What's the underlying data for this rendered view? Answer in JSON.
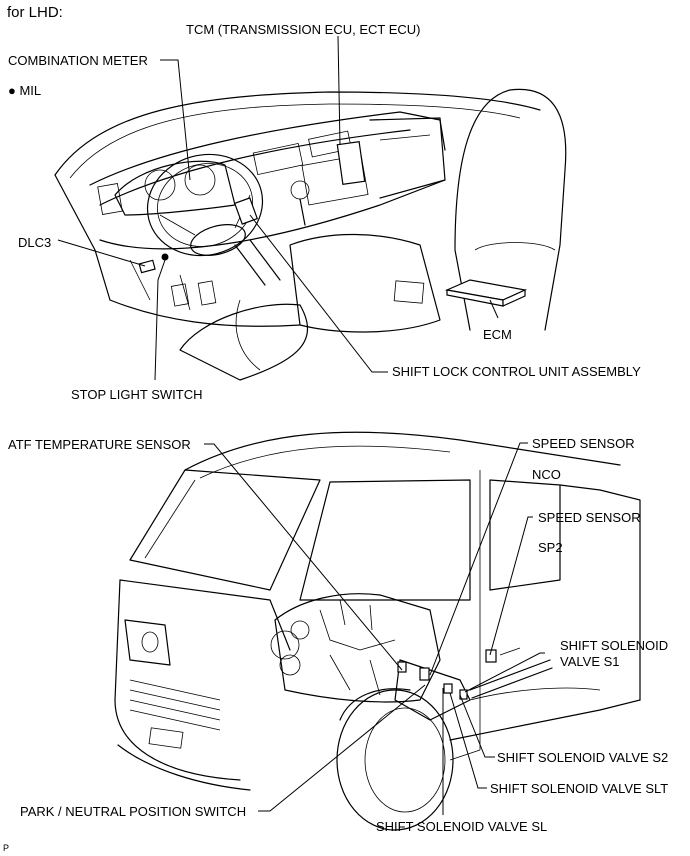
{
  "header": {
    "title": "for LHD:"
  },
  "upper_view": {
    "labels": {
      "tcm": "TCM (TRANSMISSION ECU, ECT ECU)",
      "combination_meter": "COMBINATION METER",
      "mil": "MIL",
      "dlc3": "DLC3",
      "ecm": "ECM",
      "shift_lock": "SHIFT LOCK CONTROL UNIT ASSEMBLY",
      "stop_light_switch": "STOP LIGHT SWITCH"
    }
  },
  "lower_view": {
    "labels": {
      "atf_temp_sensor": "ATF TEMPERATURE SENSOR",
      "speed_sensor_nco": "SPEED SENSOR",
      "nco": "NCO",
      "speed_sensor_sp2": "SPEED SENSOR",
      "sp2": "SP2",
      "shift_solenoid_s1_line1": "SHIFT SOLENOID",
      "shift_solenoid_s1_line2": "VALVE S1",
      "shift_solenoid_s2": "SHIFT SOLENOID VALVE S2",
      "shift_solenoid_slt": "SHIFT SOLENOID VALVE SLT",
      "park_neutral_switch": "PARK / NEUTRAL POSITION SWITCH",
      "shift_solenoid_sl": "SHIFT SOLENOID VALVE SL"
    }
  },
  "footer": {
    "code": "P"
  }
}
